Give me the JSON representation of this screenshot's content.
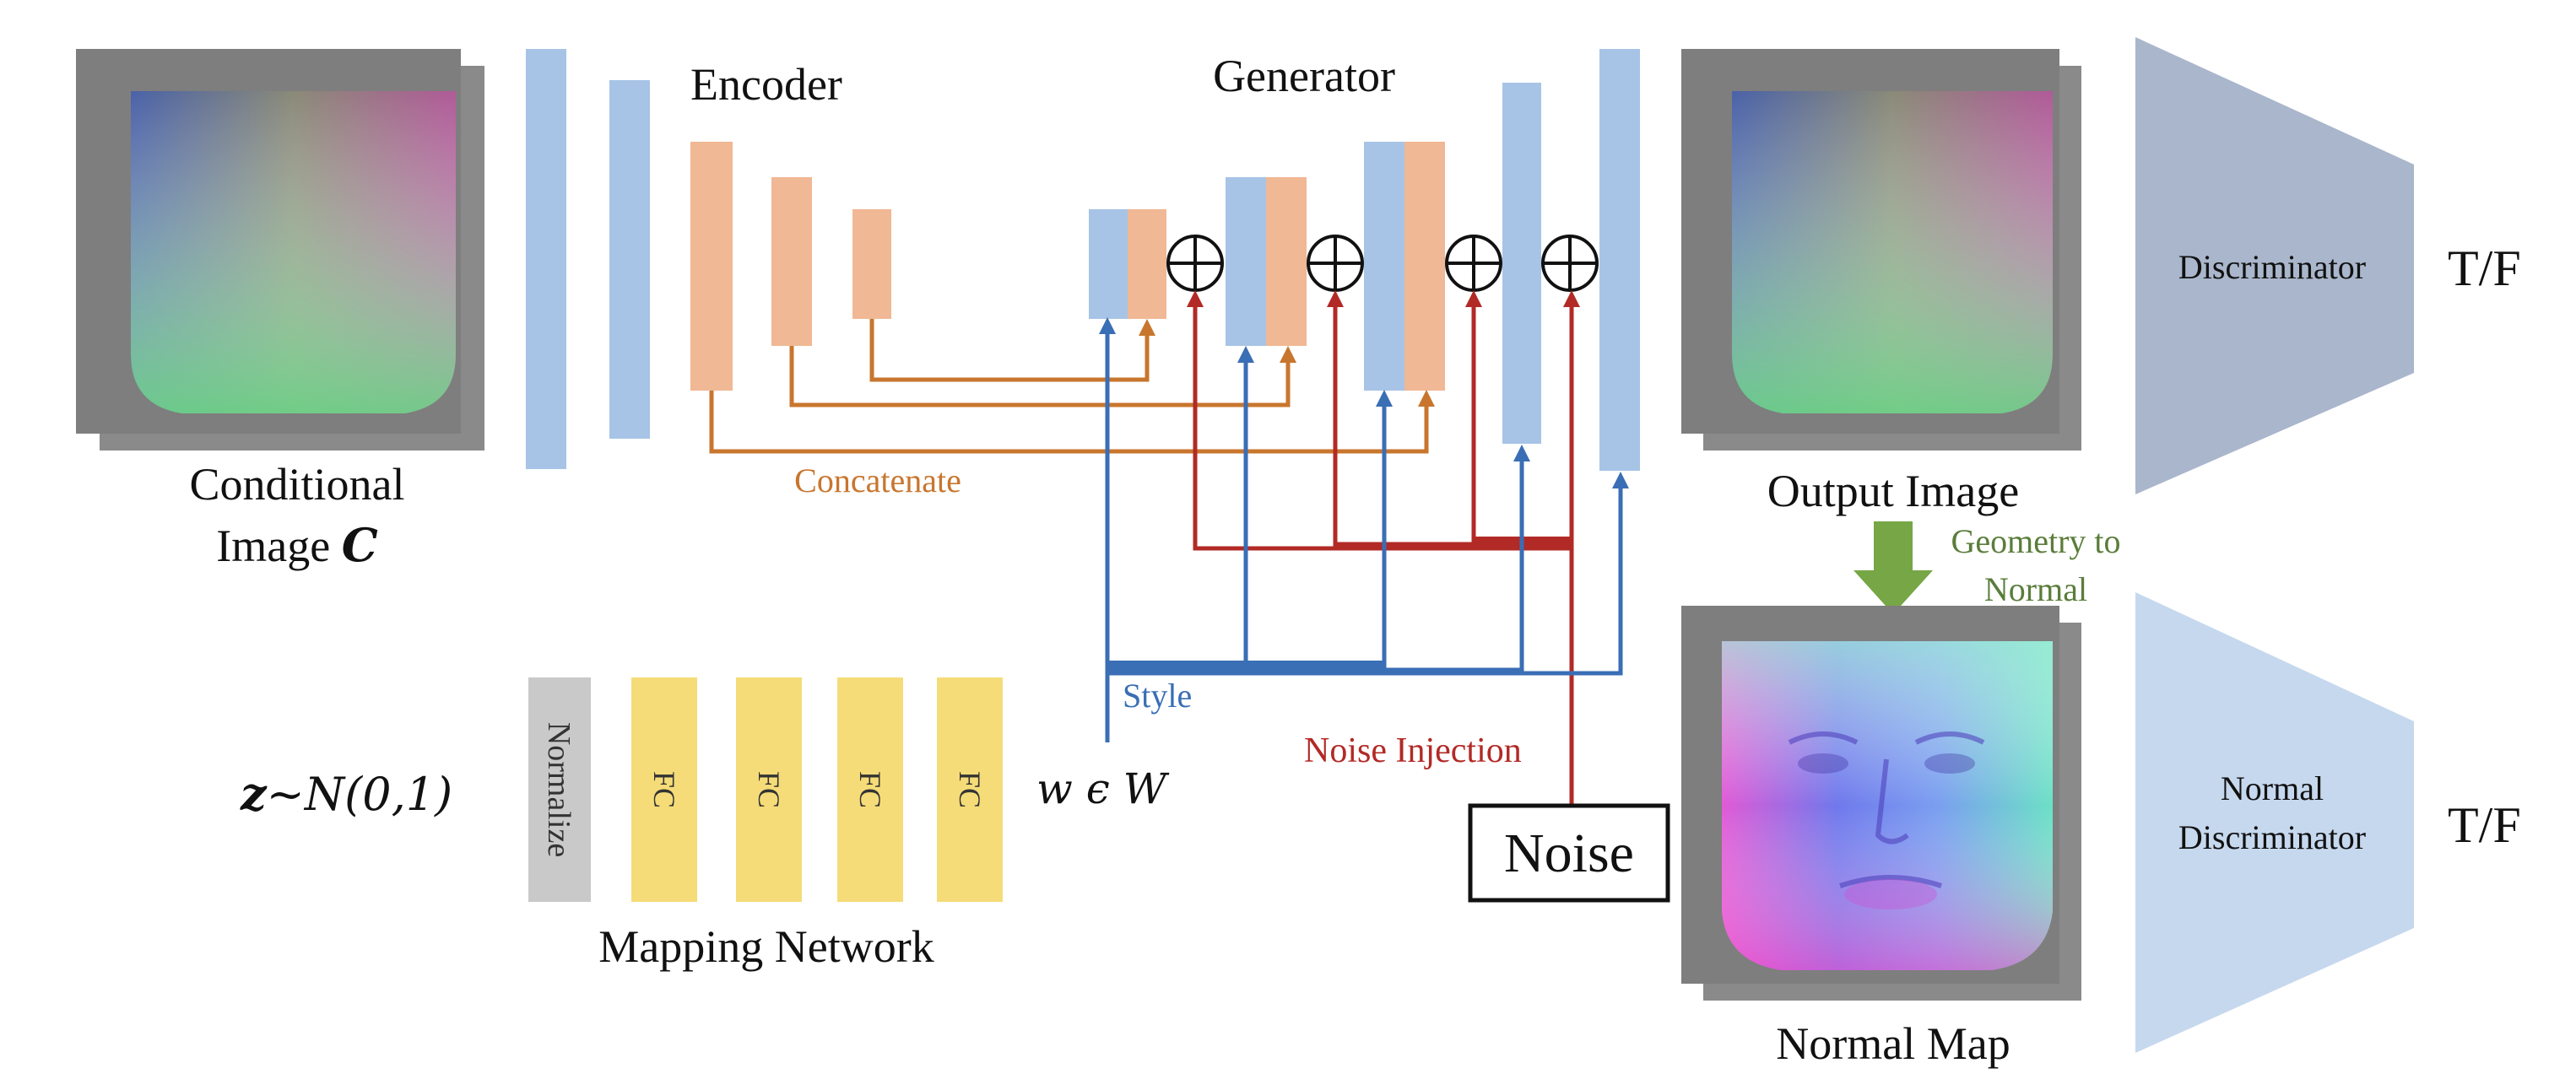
{
  "labels": {
    "conditional_line1": "Conditional",
    "conditional_line2": "Image ",
    "conditional_symbol": "C",
    "encoder": "Encoder",
    "generator": "Generator",
    "concatenate": "Concatenate",
    "style": "Style",
    "noise_injection": "Noise Injection",
    "noise": "Noise",
    "output_image": "Output Image",
    "geometry_line1": "Geometry to",
    "geometry_line2": "Normal",
    "normal_map": "Normal Map",
    "discriminator": "Discriminator",
    "normal_disc_line1": "Normal",
    "normal_disc_line2": "Discriminator",
    "tf_top": "T/F",
    "tf_bottom": "T/F",
    "z_bold": "z",
    "z_rest": "~N(0,1)",
    "normalize": "Normalize",
    "fc": [
      "FC",
      "FC",
      "FC",
      "FC"
    ],
    "w_in_W": "w ϵ W",
    "mapping_network": "Mapping Network"
  },
  "colors": {
    "blue_block": "#a7c4e6",
    "orange_block": "#f0b894",
    "yellow_block": "#f5dc78",
    "normalize_block": "#c9c9c9",
    "frame_gray": "#8a8a8a",
    "concat_line": "#c8762e",
    "style_line": "#3a6eb5",
    "noise_line": "#b22a26",
    "discriminator": "#a9b6cb",
    "normal_discriminator": "#c6d8ee",
    "green_arrow": "#76a646",
    "green_text": "#5a7d3a",
    "text": "#111111"
  },
  "icons": [
    "plus-circle-icon",
    "down-arrow-icon"
  ]
}
